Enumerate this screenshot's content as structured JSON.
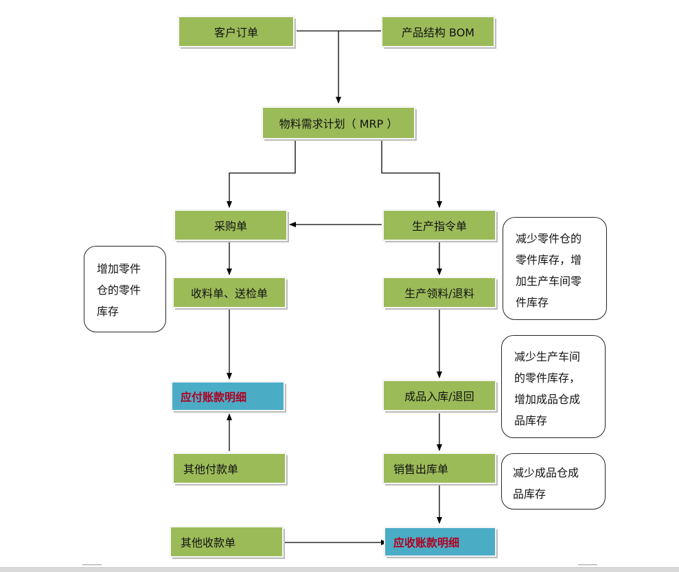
{
  "nodes": {
    "customer_order": "客户订单",
    "product_bom": "产品结构 BOM",
    "mrp": "物料需求计划（ MRP ）",
    "purchase_order": "采购单",
    "production_order": "生产指令单",
    "receipt_inspection": "收料单、送检单",
    "material_issue_return": "生产领料/退料",
    "accounts_payable": "应付账款明细",
    "finished_goods_receipt": "成品入库/退回",
    "other_payment": "其他付款单",
    "sales_delivery": "销售出库单",
    "other_receipt": "其他收款单",
    "accounts_receivable": "应收账款明细"
  },
  "notes": {
    "increase_parts_stock": [
      "增加零件",
      "仓的零件",
      "库存"
    ],
    "issue_note": [
      "减少零件仓的",
      "零件库存，增",
      "加生产车间零",
      "件库存"
    ],
    "finished_note": [
      "减少生产车间",
      "的零件库存，",
      "增加成品仓成",
      "品库存"
    ],
    "sales_note": [
      "减少成品仓成",
      "品库存"
    ]
  },
  "colors": {
    "node_green": "#9bbb59",
    "node_blue": "#4bacc6",
    "highlight_text": "#b00020"
  }
}
